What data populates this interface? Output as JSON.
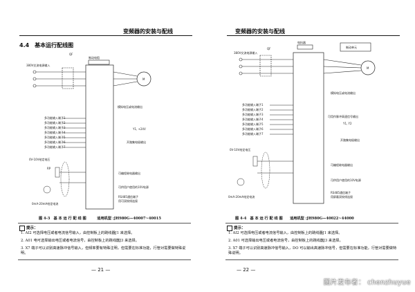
{
  "left": {
    "header": "变频器的安装与配线",
    "section": "4.4　基本运行配线图",
    "diagram": {
      "supply": "380V交流电源输入",
      "brake": "制动电阻",
      "qf": "QF",
      "motor": "M",
      "analog_out": "模拟电压或电流输出",
      "inputs": [
        "多功能输入端子1",
        "多功能输入端子2",
        "多功能输入端子3",
        "多功能输入端子4",
        "多功能输入端子5",
        "多功能输入端子6",
        "多功能输入端子7"
      ],
      "analog_in": "0V-10V给定电压",
      "rp": "RP",
      "current_in": "0mA-20mA给定电流",
      "open_collector": "开路集电极输出",
      "relay": "可编程继电器输出",
      "power": "可供用户使用的10V电源",
      "rs485": "RS485通信端子",
      "rs485b": "用可双绞线连接",
      "v24": "Y1, +24V"
    },
    "caption": "图 4-3　基 本 运 行 配 线 图　　　适用机型 :JH980G—40007~40015",
    "tip_label": "提示：",
    "notes": [
      "1. AI2 可选择电压或者电流信号输入，由控制板上的跳线器J1 来选择。",
      "2. A01 电可选择输出电压或者电流信号，由控制板上的跳线器J3 来选择。",
      "3. X7 端子可以识别高速脉冲信号输入，但频率要有特殊注明，但需要在标准功能，行管对需要做特殊说明。"
    ],
    "page_number": "— 21 —"
  },
  "right": {
    "header": "变频器的安装与配线",
    "diagram": {
      "supply": "380V交流电源输入",
      "brake_unit": "电抗器",
      "brake": "制动单元",
      "qf": "QF",
      "motor": "M",
      "analog_out": "模拟电压或电流输出",
      "inputs": [
        "多功能输入端子1",
        "多功能输入端子2",
        "多功能输入端子3",
        "多功能输入端子4",
        "多功能输入端子5",
        "多功能输入端子6",
        "多功能输入端子7"
      ],
      "analog_in": "0V-10V给定电压",
      "current_in": "0mA-20mA给定电流",
      "pulse_out": "可用作脉冲高速信号输出",
      "open_collector": "开路集电极输出",
      "relay": "可编程继电器输出",
      "power": "可供用户使用的10V电源",
      "rs485": "RS485通信端子",
      "rs485b": "用屏蔽双绞线连接",
      "v24": "Y1, Y2"
    },
    "caption": "图 4-4　基 本 运 行 配 线 图　　适用机型 :JH980G—40022~44000",
    "tip_label": "提示：",
    "notes": [
      "1. AI2 可选择电压或者电流信号输入，由控制板上的跳线器J1 来选择。",
      "2. A01 可选择输出电压或者电流信号，由控制板上的跳线器J3 来选择。",
      "3. X7 端子可以识别高速脉冲信号输入，DO 可以输出高速脉冲信号，但需要在标准功能，行管对需要做特殊说明。"
    ],
    "page_number": "— 22 —"
  },
  "watermark": "图片发布者： chenzhuyue"
}
